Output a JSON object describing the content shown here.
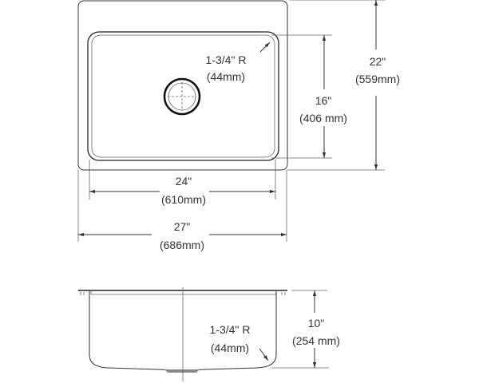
{
  "top_view": {
    "corner_radius": {
      "imperial": "1-3/4\" R",
      "metric": "(44mm)"
    },
    "bowl_length": {
      "imperial": "16\"",
      "metric": "(406 mm)"
    },
    "overall_length": {
      "imperial": "22\"",
      "metric": "(559mm)"
    },
    "bowl_width": {
      "imperial": "24\"",
      "metric": "(610mm)"
    },
    "overall_width": {
      "imperial": "27\"",
      "metric": "(686mm)"
    }
  },
  "side_view": {
    "corner_radius": {
      "imperial": "1-3/4\" R",
      "metric": "(44mm)"
    },
    "bowl_depth": {
      "imperial": "10\"",
      "metric": "(254 mm)"
    }
  }
}
